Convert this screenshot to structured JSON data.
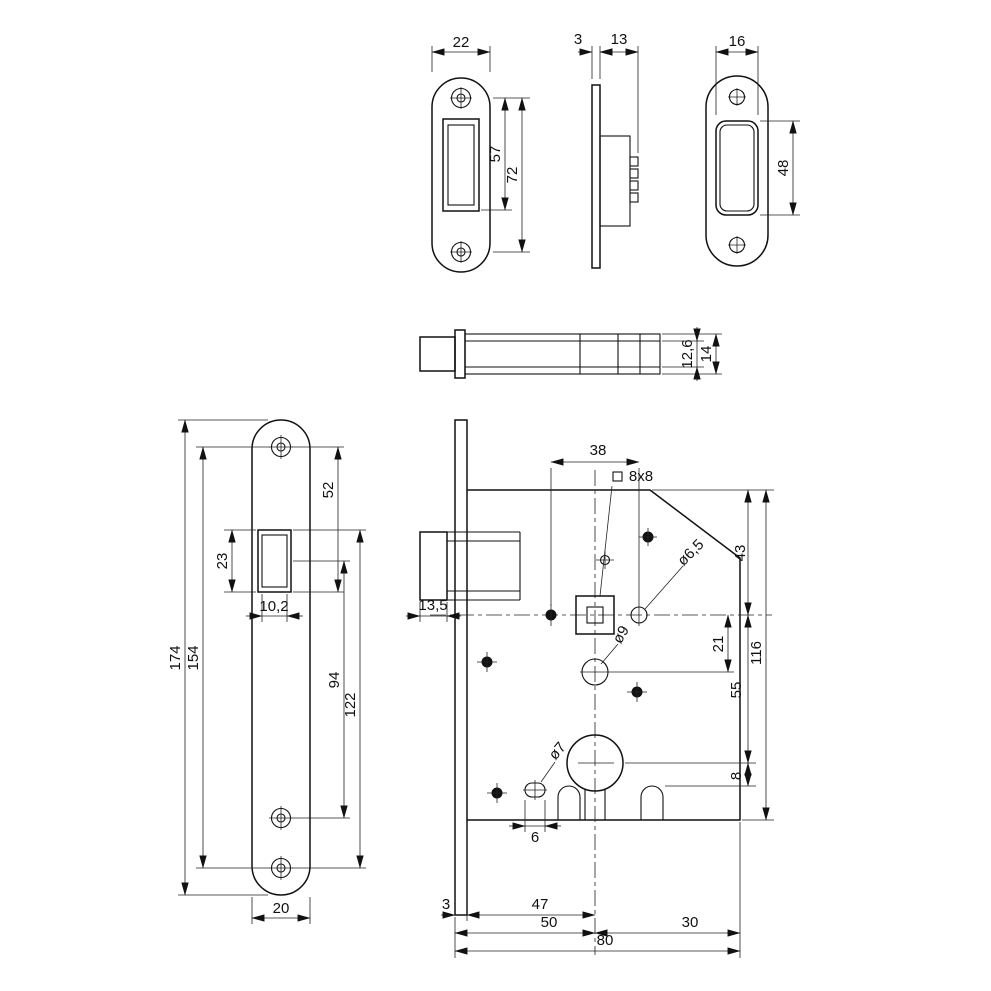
{
  "meta": {
    "drawing_type": "mortise-lock-technical-drawing",
    "background": "#ffffff",
    "line_color": "#111111"
  },
  "dims": {
    "strike_front_width": "22",
    "strike_front_latch": "57",
    "strike_front_holes": "72",
    "strike_side_thickness": "3",
    "strike_side_depth": "13",
    "magnet_width": "16",
    "magnet_height": "48",
    "bolt_inner": "12,6",
    "bolt_outer": "14",
    "face_top_to_latch": "52",
    "face_latch_height": "23",
    "face_latch_width": "10,2",
    "face_total": "174",
    "face_holes": "154",
    "face_94": "94",
    "face_122": "122",
    "face_width": "20",
    "body_38": "38",
    "body_spindle": "8x8",
    "body_43": "43",
    "body_d65": "ø6,5",
    "body_135": "13,5",
    "body_d9": "ø9",
    "body_21": "21",
    "body_116": "116",
    "body_55": "55",
    "body_8": "8",
    "body_d7": "ø7",
    "body_6": "6",
    "body_3": "3",
    "body_47": "47",
    "body_50": "50",
    "body_30": "30",
    "body_80": "80"
  }
}
